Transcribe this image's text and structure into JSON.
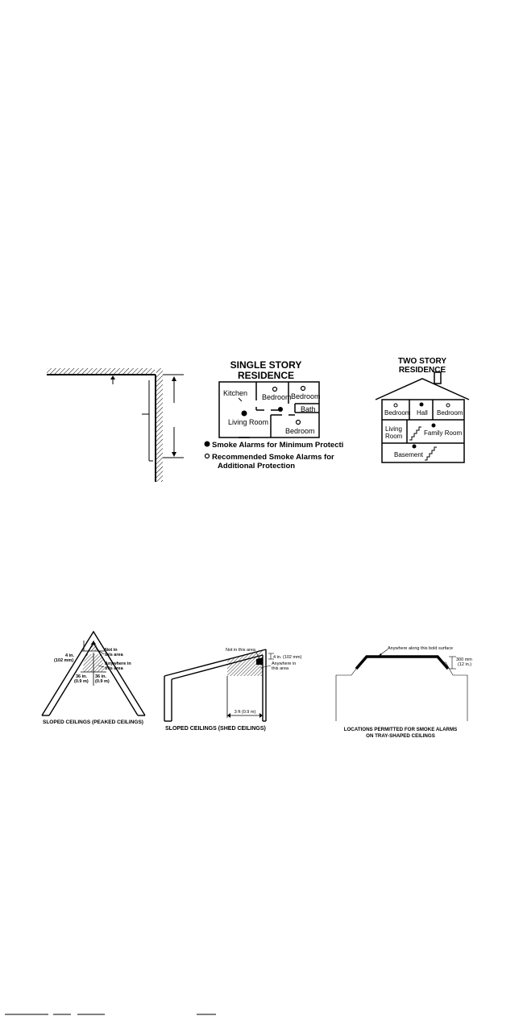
{
  "single_story": {
    "title_line1": "SINGLE STORY",
    "title_line2": "RESIDENCE",
    "rooms": {
      "kitchen": "Kitchen",
      "bedroom_a": "Bedroom",
      "bedroom_b": "Bedroom",
      "bath": "Bath",
      "living_room": "Living Room",
      "bedroom_c": "Bedroom"
    },
    "legend_minimum": "Smoke Alarms for Minimum Protecti",
    "legend_recommended_1": "Recommended Smoke Alarms for",
    "legend_recommended_2": "Additional Protection"
  },
  "two_story": {
    "title_line1": "TWO STORY",
    "title_line2": "RESIDENCE",
    "rooms": {
      "bedroom_left": "Bedroom",
      "hall": "Hall",
      "bedroom_right": "Bedroom",
      "living_1": "Living",
      "living_2": "Room",
      "family_room": "Family Room",
      "basement": "Basement"
    }
  },
  "peaked": {
    "dim_top_1": "4 in.",
    "dim_top_2": "(102 mm)",
    "not_in_1": "Not in",
    "not_in_2": "this area",
    "anywhere_1": "Anywhere in",
    "anywhere_2": "this area",
    "left_1": "36 in.",
    "left_2": "(0.9 m)",
    "right_1": "36 in.",
    "right_2": "(0.9 m)",
    "caption": "SLOPED CEILINGS (PEAKED CEILINGS)"
  },
  "shed": {
    "not_in": "Not in this area",
    "dim_1": "4 in. (102 mm)",
    "anywhere_1": "Anywhere in",
    "anywhere_2": "this area",
    "width": "3 ft (0.9 m)",
    "caption": "SLOPED CEILINGS (SHED CEILINGS)"
  },
  "tray": {
    "note": "Anywhere along this bold surface",
    "dim_1": "300 mm",
    "dim_2": "(12 in.)",
    "caption_1": "LOCATIONS PERMITTED FOR SMOKE ALARMS",
    "caption_2": "ON TRAY-SHAPED CEILINGS"
  }
}
